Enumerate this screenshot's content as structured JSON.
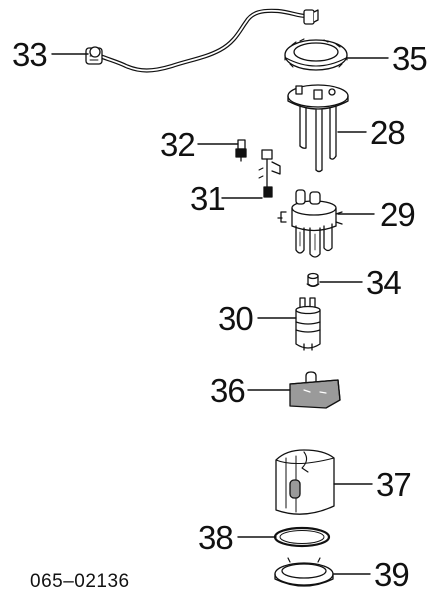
{
  "callouts": {
    "p33": "33",
    "p35": "35",
    "p32": "32",
    "p28": "28",
    "p31": "31",
    "p29": "29",
    "p34": "34",
    "p30": "30",
    "p36": "36",
    "p37": "37",
    "p38": "38",
    "p39": "39"
  },
  "diagram_code": "065–02136",
  "colors": {
    "ink": "#111111",
    "paper": "#ffffff",
    "shade": "#9a9a9a"
  }
}
